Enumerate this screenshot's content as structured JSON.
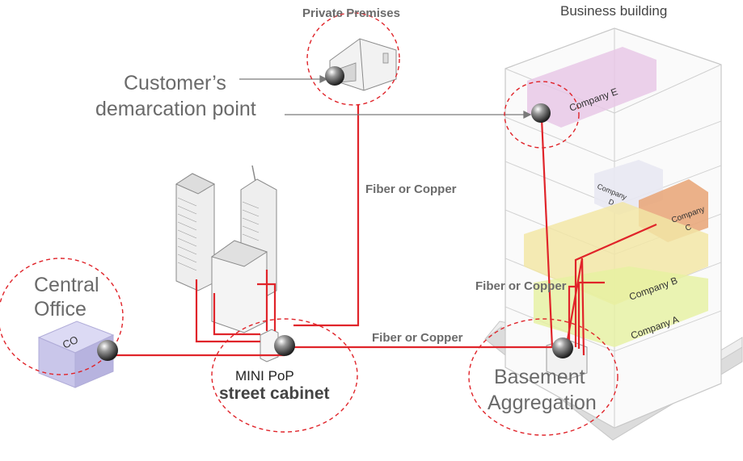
{
  "labels": {
    "business_building": "Business  building",
    "private_premises": "Private Premises",
    "customers": "Customer’s",
    "demarcation_point": "demarcation point",
    "fiber_or_copper": "Fiber or Copper",
    "central": "Central",
    "office": "Office",
    "co": "CO",
    "mini_pop": "MINI  PoP",
    "street_cabinet": "street cabinet",
    "basement": "Basement",
    "aggregation": "Aggregation"
  },
  "companies": {
    "a": "Company A",
    "b": "Company B",
    "c_line1": "Company",
    "c_line2": "C",
    "d_line1": "Company",
    "d_line2": "D",
    "e": "Company E"
  },
  "colors": {
    "link_line": "#e0242a",
    "dashed_circle": "#e0242a",
    "pointer_line": "#7a7a7a",
    "company_a": "#e6f1a0",
    "company_b": "#f2e6a6",
    "company_c": "#e9a97c",
    "company_d": "#e8e8f2",
    "company_e": "#e8c8e6",
    "co_box": "#c9c6ea"
  }
}
